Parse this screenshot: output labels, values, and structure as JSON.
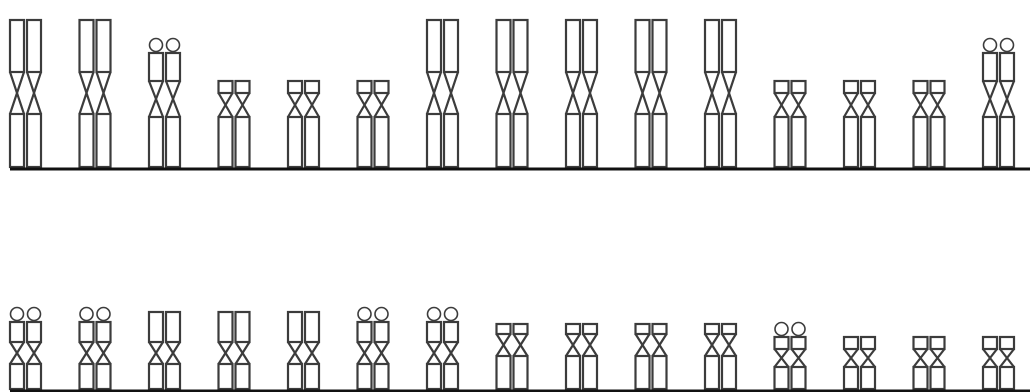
{
  "figure": {
    "description_colors": {
      "outline": "#3c3c3c",
      "fill": "#ffffff",
      "baseline": "#111111",
      "background": "#ffffff"
    },
    "rows": [
      {
        "name": "row-1",
        "chromosomes": [
          {
            "type": "long-metacentric",
            "satellites": false
          },
          {
            "type": "long-metacentric",
            "satellites": false
          },
          {
            "type": "satellite-metacentric",
            "satellites": true
          },
          {
            "type": "short-arm-small",
            "satellites": false
          },
          {
            "type": "short-arm-small",
            "satellites": false
          },
          {
            "type": "short-arm-small",
            "satellites": false
          },
          {
            "type": "long-metacentric",
            "satellites": false
          },
          {
            "type": "long-metacentric",
            "satellites": false
          },
          {
            "type": "long-metacentric",
            "satellites": false
          },
          {
            "type": "long-metacentric",
            "satellites": false
          },
          {
            "type": "long-metacentric",
            "satellites": false
          },
          {
            "type": "short-arm-small",
            "satellites": false
          },
          {
            "type": "short-arm-small",
            "satellites": false
          },
          {
            "type": "short-arm-small",
            "satellites": false
          },
          {
            "type": "satellite-metacentric",
            "satellites": true
          }
        ]
      },
      {
        "name": "row-2",
        "chromosomes": [
          {
            "type": "satellite-mid",
            "satellites": true
          },
          {
            "type": "satellite-mid",
            "satellites": true
          },
          {
            "type": "mid",
            "satellites": false
          },
          {
            "type": "mid",
            "satellites": false
          },
          {
            "type": "mid",
            "satellites": false
          },
          {
            "type": "satellite-mid",
            "satellites": true
          },
          {
            "type": "satellite-mid",
            "satellites": true
          },
          {
            "type": "small-submetacentric",
            "satellites": false
          },
          {
            "type": "small-submetacentric",
            "satellites": false
          },
          {
            "type": "small-submetacentric",
            "satellites": false
          },
          {
            "type": "small-submetacentric",
            "satellites": false
          },
          {
            "type": "satellite-small",
            "satellites": true
          },
          {
            "type": "small",
            "satellites": false
          },
          {
            "type": "small",
            "satellites": false
          },
          {
            "type": "small",
            "satellites": false
          }
        ]
      }
    ]
  }
}
